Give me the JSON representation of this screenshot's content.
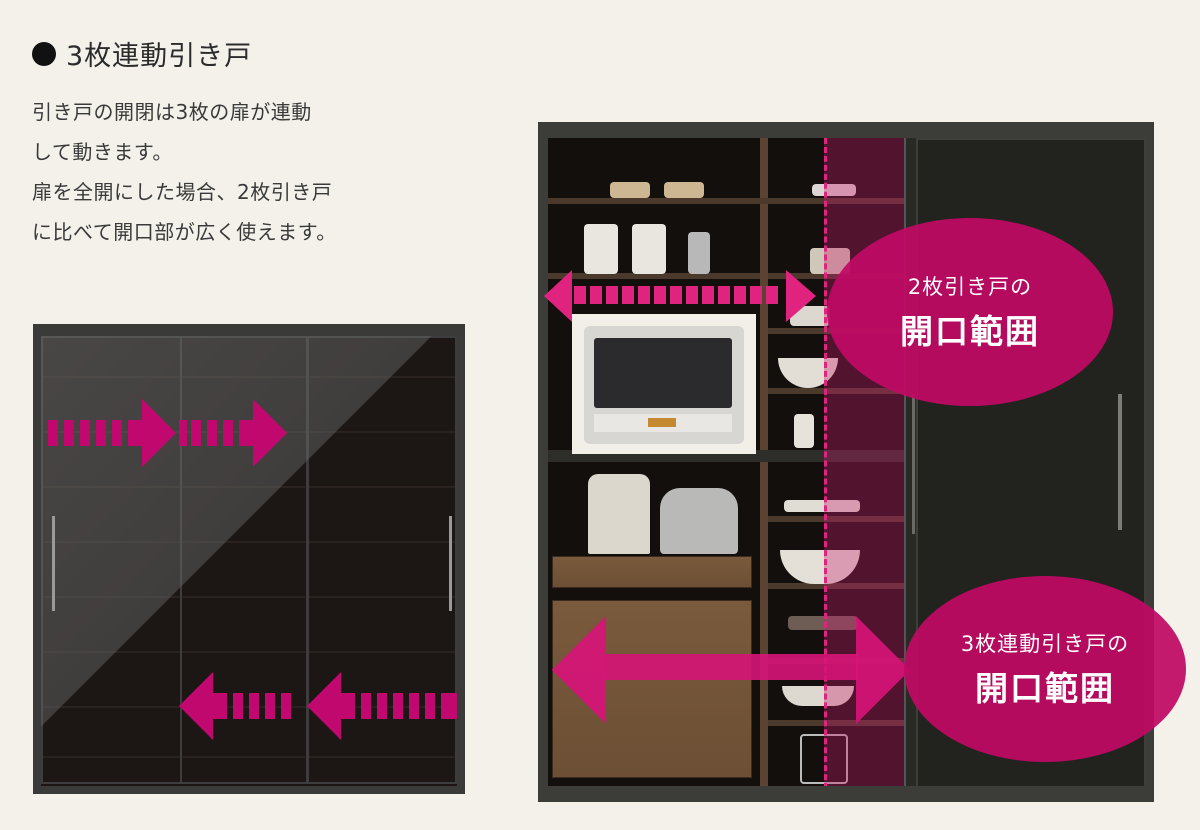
{
  "heading": {
    "bullet_icon": "black-circle",
    "title": "3枚連動引き戸"
  },
  "description": {
    "lines": [
      "引き戸の開閉は3枚の扉が連動",
      "して動きます。",
      "扉を全開にした場合、2枚引き戸",
      "に比べて開口部が広く使えます。"
    ]
  },
  "left_image": {
    "alt": "3枚連動引き戸 closed cabinet with sliding-direction arrows",
    "doors": 3,
    "arrows": [
      {
        "direction": "right",
        "row": "top",
        "count": 2
      },
      {
        "direction": "left",
        "row": "bottom",
        "count": 2
      }
    ]
  },
  "right_image": {
    "alt": "Open cabinet showing opening range comparison",
    "label_two_door": {
      "line1": "2枚引き戸の",
      "line2": "開口範囲"
    },
    "label_three_door": {
      "line1": "3枚連動引き戸の",
      "line2": "開口範囲"
    }
  },
  "colors": {
    "background": "#f3f1ea",
    "accent_magenta": "#c0086e",
    "cabinet_dark": "#22221e",
    "wood": "#6c4f35"
  }
}
